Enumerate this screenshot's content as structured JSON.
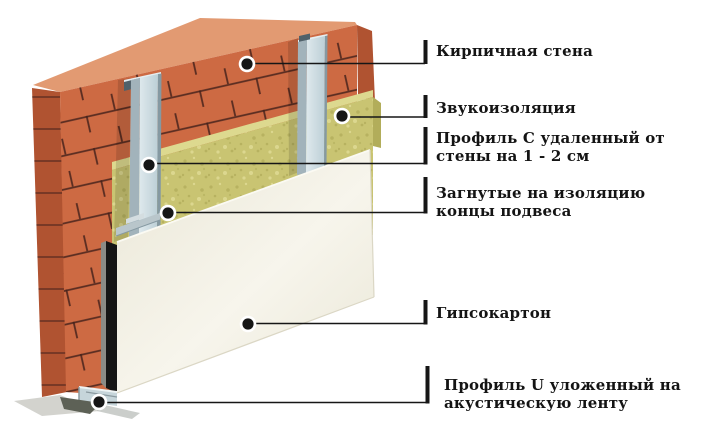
{
  "palette": {
    "background": "#ffffff",
    "brick_face": "#cd6a43",
    "brick_top": "#e29a72",
    "brick_side": "#b05331",
    "mortar": "#44211a",
    "insulation": "#c9c472",
    "insulation_top": "#ddd98f",
    "insulation_side": "#b2ad5a",
    "insulation_speck_dark": "#b0ac58",
    "insulation_speck_light": "#e4e09c",
    "profile_web_light": "#dfe9ed",
    "profile_web_dark": "#bccfd6",
    "profile_flange": "#a2b3bb",
    "profile_edge": "#8599a2",
    "profile_slot": "#50616a",
    "profile_cap": "#e6eef1",
    "hanger": "#b9c6cb",
    "hanger_bright": "#d4dde0",
    "drywall_light": "#f7f5ec",
    "drywall_dark": "#eae7d7",
    "drywall_top_edge": "#fbfaf3",
    "drywall_side_edge": "#dbd7c5",
    "gap_dark": "#151515",
    "gap_penumbra": "#8b8b86",
    "u_profile": "#c6d5da",
    "u_highlight": "#eef4f5",
    "u_edge": "#8b9aa0",
    "shadow_dark": "#5d6156",
    "shadow_light": "#d3d3ce",
    "shadow_mid": "#a8ada8",
    "leader": "#161616",
    "text": "#141414"
  },
  "labels": [
    {
      "id": "brick-wall",
      "line1": "Кирпичная стена"
    },
    {
      "id": "sound-insulation",
      "line1": "Звукоизоляция"
    },
    {
      "id": "profile-c",
      "line1": "Профиль С удаленный от",
      "line2": "стены на 1 - 2 см"
    },
    {
      "id": "hanger-ends",
      "line1": "Загнутые на изоляцию",
      "line2": "концы подвеса"
    },
    {
      "id": "drywall",
      "line1": "Гипсокартон"
    },
    {
      "id": "profile-u",
      "line1": "Профиль U уложенный на",
      "line2": "акустическую ленту"
    }
  ]
}
